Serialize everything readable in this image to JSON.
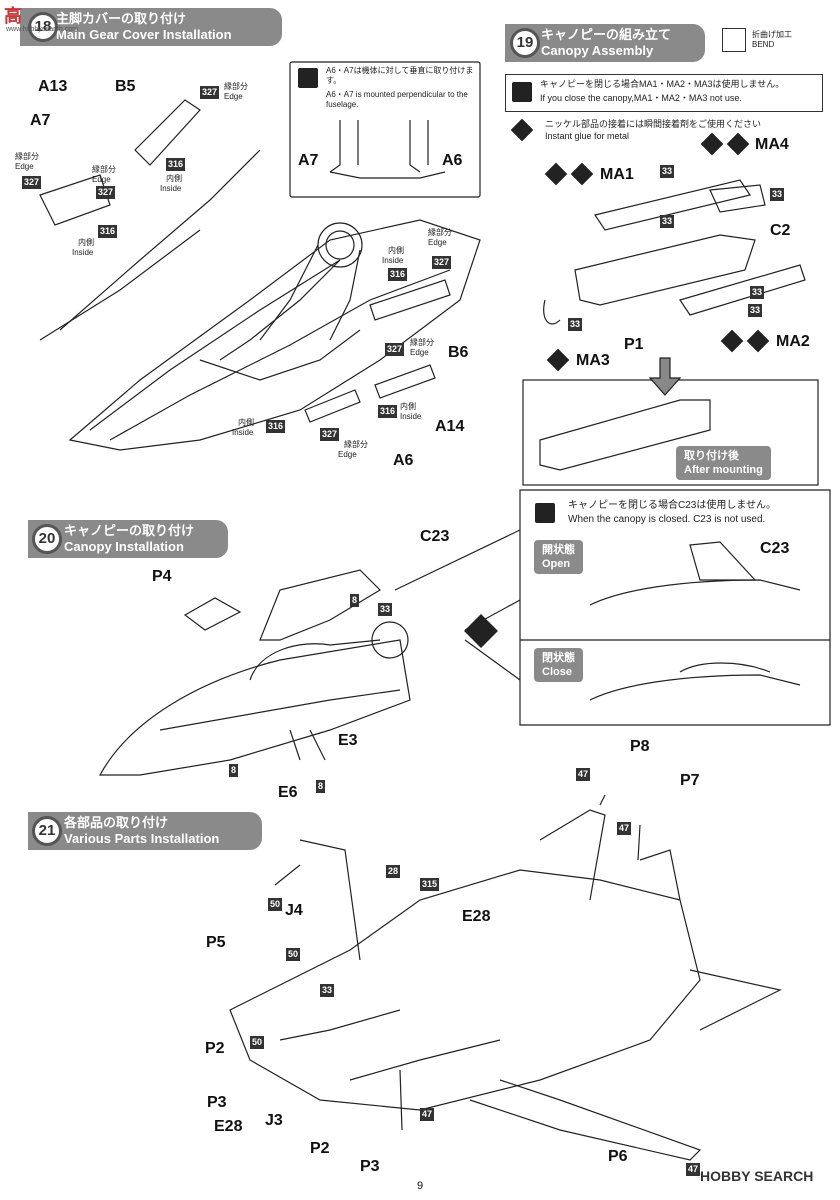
{
  "watermark": {
    "top": "高",
    "site": "www.hobbysearch.com",
    "bottom": "HOBBY SEARCH"
  },
  "step18": {
    "num": "18",
    "title_jp": "主脚カバーの取り付け",
    "title_en": "Main Gear Cover Installation",
    "labels": {
      "A13": "A13",
      "B5": "B5",
      "A7": "A7",
      "B6": "B6",
      "A14": "A14",
      "A6": "A6"
    },
    "edge_jp": "縁部分",
    "edge_en": "Edge",
    "inside_jp": "内側",
    "inside_en": "Inside",
    "codes": {
      "c327": "327",
      "c316": "316"
    },
    "inset_note_jp": "A6・A7は機体に対して垂直に取り付けます。",
    "inset_note_en": "A6・A7 is mounted perpendicular to the fuselage.",
    "inset_A7": "A7",
    "inset_A6": "A6"
  },
  "step19": {
    "num": "19",
    "title_jp": "キャノピーの組み立て",
    "title_en": "Canopy Assembly",
    "bend_jp": "折曲げ加工",
    "bend_en": "BEND",
    "note1_jp": "キャノピーを閉じる場合MA1・MA2・MA3は使用しません。",
    "note1_en": "If you close the canopy,MA1・MA2・MA3 not use.",
    "note2_jp": "ニッケル部品の接着には瞬間接着剤をご使用ください",
    "note2_en": "Instant glue for metal",
    "labels": {
      "MA1": "MA1",
      "MA2": "MA2",
      "MA3": "MA3",
      "MA4": "MA4",
      "C2": "C2",
      "P1": "P1"
    },
    "code33": "33",
    "after_jp": "取り付け後",
    "after_en": "After mounting"
  },
  "step20": {
    "num": "20",
    "title_jp": "キャノピーの取り付け",
    "title_en": "Canopy Installation",
    "labels": {
      "P4": "P4",
      "C23": "C23",
      "E3": "E3",
      "E6": "E6"
    },
    "codes": {
      "c8": "8",
      "c33": "33"
    },
    "note_jp": "キャノピーを閉じる場合C23は使用しません。",
    "note_en": "When the canopy is closed. C23 is not used.",
    "open_jp": "開状態",
    "open_en": "Open",
    "close_jp": "閉状態",
    "close_en": "Close",
    "inset_C23": "C23"
  },
  "step21": {
    "num": "21",
    "title_jp": "各部品の取り付け",
    "title_en": "Various Parts Installation",
    "labels": {
      "P8": "P8",
      "P7": "P7",
      "J4": "J4",
      "E28a": "E28",
      "P5": "P5",
      "P2a": "P2",
      "P3a": "P3",
      "E28b": "E28",
      "J3": "J3",
      "P2b": "P2",
      "P3b": "P3",
      "P6": "P6"
    },
    "codes": {
      "c47": "47",
      "c50": "50",
      "c28": "28",
      "c315": "315",
      "c33": "33"
    }
  },
  "page_number": "9"
}
